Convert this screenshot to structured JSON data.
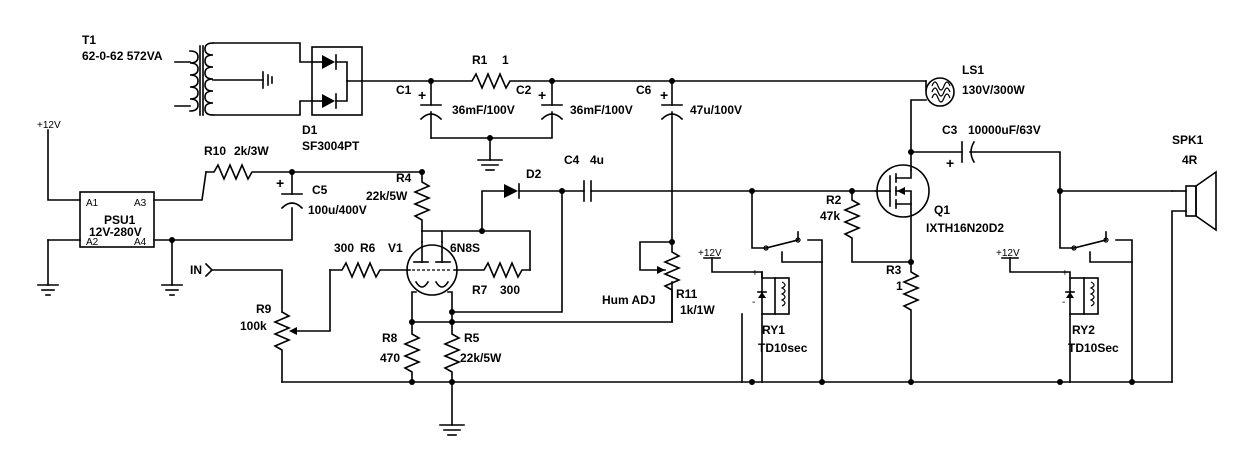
{
  "t1": {
    "ref": "T1",
    "value": "62-0-62 572VA"
  },
  "d1": {
    "ref": "D1",
    "value": "SF3004PT"
  },
  "r1": {
    "ref": "R1",
    "value": "1"
  },
  "c1": {
    "ref": "C1",
    "value": "36mF/100V",
    "plus": "+"
  },
  "c2": {
    "ref": "C2",
    "value": "36mF/100V",
    "plus": "+"
  },
  "c6": {
    "ref": "C6",
    "value": "47u/100V",
    "plus": "+"
  },
  "ls1": {
    "ref": "LS1",
    "value": "130V/300W"
  },
  "c3": {
    "ref": "C3",
    "value": "10000uF/63V",
    "plus": "+"
  },
  "spk1": {
    "ref": "SPK1",
    "value": "4R"
  },
  "psu": {
    "supply": "+12V",
    "ref": "PSU1",
    "value": "12V-280V",
    "a1": "A1",
    "a2": "A2",
    "a3": "A3",
    "a4": "A4"
  },
  "r10": {
    "ref": "R10",
    "value": "2k/3W"
  },
  "c5": {
    "ref": "C5",
    "value": "100u/400V",
    "plus": "+"
  },
  "r4": {
    "ref": "R4",
    "value": "22k/5W"
  },
  "d2": {
    "ref": "D2"
  },
  "c4": {
    "ref": "C4",
    "value": "4u"
  },
  "r2": {
    "ref": "R2",
    "value": "47k"
  },
  "q1": {
    "ref": "Q1",
    "value": "IXTH16N20D2"
  },
  "r6": {
    "ref": "R6",
    "value": "300"
  },
  "v1": {
    "ref": "V1",
    "value": "6N8S"
  },
  "r7": {
    "ref": "R7",
    "value": "300"
  },
  "in": {
    "label": "IN"
  },
  "r9": {
    "ref": "R9",
    "value": "100k"
  },
  "r11": {
    "ref": "R11",
    "value": "1k/1W",
    "name": "Hum ADJ"
  },
  "r8": {
    "ref": "R8",
    "value": "470"
  },
  "r5": {
    "ref": "R5",
    "value": "22k/5W"
  },
  "r3": {
    "ref": "R3",
    "value": "1"
  },
  "ry1": {
    "ref": "RY1",
    "value": "TD10sec",
    "supply": "+12V",
    "plus": "+",
    "minus": "-"
  },
  "ry2": {
    "ref": "RY2",
    "value": "TD10Sec",
    "supply": "+12V",
    "plus": "+",
    "minus": "-"
  }
}
